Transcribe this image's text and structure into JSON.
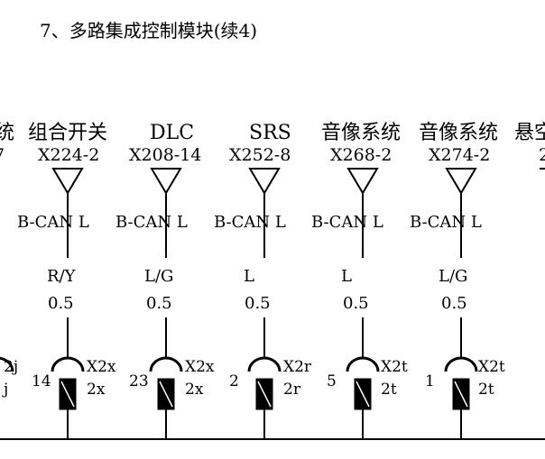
{
  "title": "7、多路集成控制模块(续4)",
  "partial_left": {
    "name": "统",
    "code": "7",
    "conn_top": "2j",
    "conn_bottom": "j"
  },
  "partial_right": {
    "name": "悬空",
    "code": "2"
  },
  "modules": [
    {
      "name": "组合开关",
      "code": "X224-2",
      "bus": "B-CAN L",
      "wire_color": "R/Y",
      "wire_size": "0.5",
      "pin": "14",
      "conn_top": "X2x",
      "conn_bottom": "2x"
    },
    {
      "name": "DLC",
      "code": "X208-14",
      "bus": "B-CAN L",
      "wire_color": "L/G",
      "wire_size": "0.5",
      "pin": "23",
      "conn_top": "X2x",
      "conn_bottom": "2x"
    },
    {
      "name": "SRS",
      "code": "X252-8",
      "bus": "B-CAN L",
      "wire_color": "L",
      "wire_size": "0.5",
      "pin": "2",
      "conn_top": "X2r",
      "conn_bottom": "2r"
    },
    {
      "name": "音像系统",
      "code": "X268-2",
      "bus": "B-CAN L",
      "wire_color": "L",
      "wire_size": "0.5",
      "pin": "5",
      "conn_top": "X2t",
      "conn_bottom": "2t"
    },
    {
      "name": "音像系统",
      "code": "X274-2",
      "bus": "B-CAN L",
      "wire_color": "L/G",
      "wire_size": "0.5",
      "pin": "1",
      "conn_top": "X2t",
      "conn_bottom": "2t"
    }
  ]
}
